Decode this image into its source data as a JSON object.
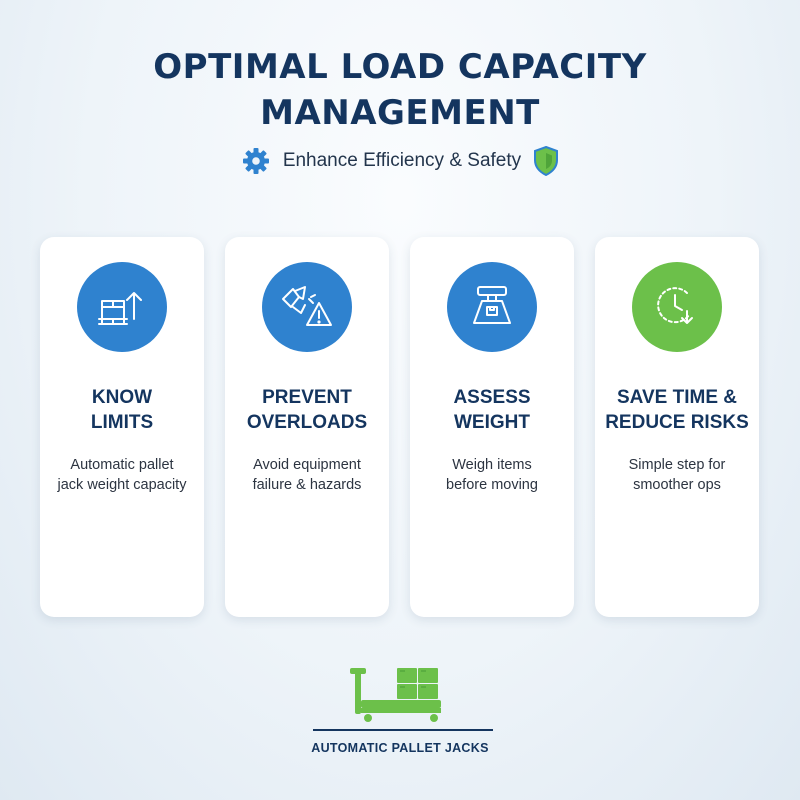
{
  "header": {
    "title_line1": "OPTIMAL LOAD CAPACITY",
    "title_line2": "MANAGEMENT",
    "subtitle": "Enhance Efficiency & Safety"
  },
  "colors": {
    "navy": "#14355f",
    "blue": "#2f82cf",
    "green": "#6cc04a"
  },
  "cards": [
    {
      "icon": "pallet-box-up-arrow-icon",
      "title_line1": "KNOW",
      "title_line2": "LIMITS",
      "desc_line1": "Automatic pallet",
      "desc_line2": "jack weight capacity",
      "circle_color": "#2f82cf"
    },
    {
      "icon": "broken-box-warning-icon",
      "title_line1": "PREVENT",
      "title_line2": "OVERLOADS",
      "desc_line1": "Avoid equipment",
      "desc_line2": "failure & hazards",
      "circle_color": "#2f82cf"
    },
    {
      "icon": "weighing-scale-icon",
      "title_line1": "ASSESS",
      "title_line2": "WEIGHT",
      "desc_line1": "Weigh items",
      "desc_line2": "before moving",
      "circle_color": "#2f82cf"
    },
    {
      "icon": "clock-down-arrow-icon",
      "title_line1": "SAVE TIME &",
      "title_line2": "REDUCE RISKS",
      "desc_line1": "Simple step for",
      "desc_line2": "smoother ops",
      "circle_color": "#6cc04a"
    }
  ],
  "footer": {
    "brand": "AUTOMATIC PALLET JACKS",
    "icon": "pallet-jack-icon"
  }
}
